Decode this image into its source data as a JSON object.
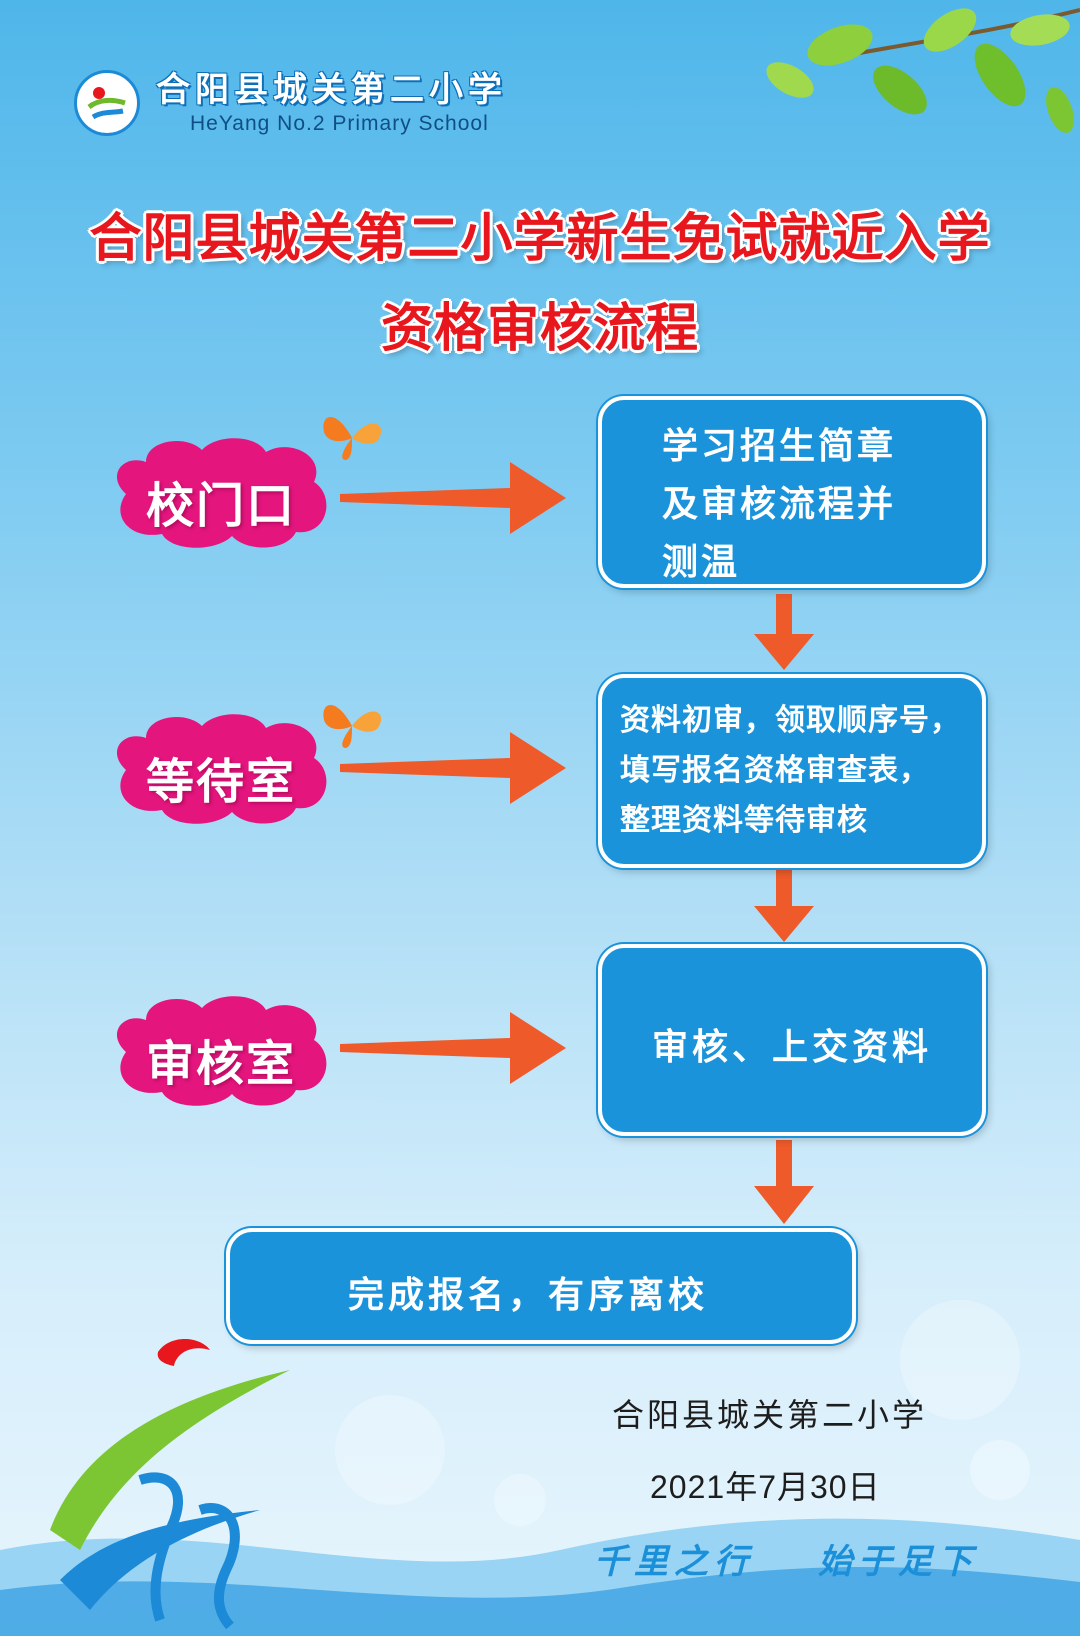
{
  "header": {
    "school_name_cn": "合阳县城关第二小学",
    "school_name_en": "HeYang No.2 Primary School",
    "logo_icon": "school-logo-icon"
  },
  "title": {
    "line1": "合阳县城关第二小学新生免试就近入学",
    "line2": "资格审核流程"
  },
  "locations": [
    "校门口",
    "等待室",
    "审核室"
  ],
  "steps": [
    {
      "lines": [
        "学习招生简章",
        "及审核流程并",
        "测温"
      ]
    },
    {
      "lines": [
        "资料初审，领取顺序号，",
        "填写报名资格审查表，",
        "整理资料等待审核"
      ]
    },
    {
      "lines": [
        "审核、上交资料"
      ]
    },
    {
      "lines": [
        "完成报名，有序离校"
      ]
    }
  ],
  "footer": {
    "school": "合阳县城关第二小学",
    "date": "2021年7月30日",
    "slogan_part1": "千里之行",
    "slogan_part2": "始于足下"
  },
  "colors": {
    "title_red": "#e8161d",
    "box_blue": "#1a93db",
    "arrow_orange": "#ee5a2a",
    "cloud_magenta": "#e5157e",
    "slogan_blue": "#1b8fd8"
  },
  "icons": [
    "butterfly-icon",
    "leaf-branch-icon",
    "school-logo-icon",
    "ribbon-logo-icon"
  ]
}
